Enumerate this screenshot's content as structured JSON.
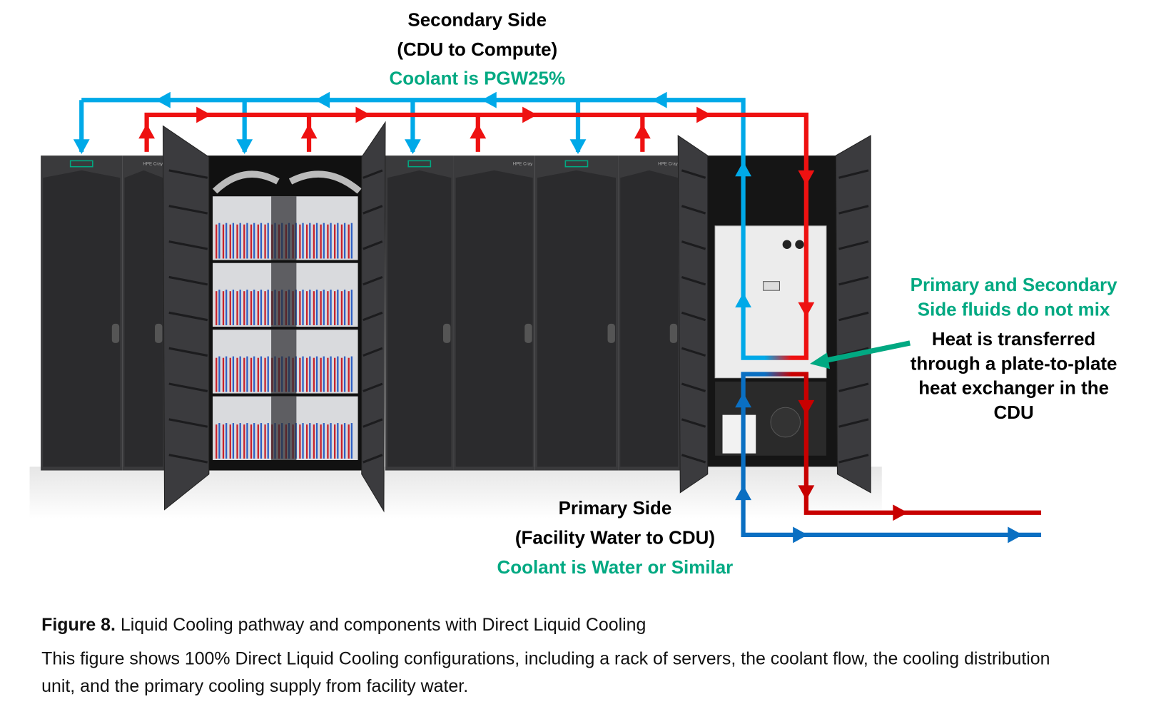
{
  "colors": {
    "secondary_supply": "#00a9e8",
    "secondary_return": "#ee1111",
    "primary_supply": "#0a6fc2",
    "primary_return": "#c80000",
    "accent_green": "#01a982",
    "rack": "#2b2b2d"
  },
  "secondary": {
    "title": "Secondary Side",
    "subtitle": "(CDU to Compute)",
    "coolant": "Coolant is PGW25%"
  },
  "exchanger": {
    "note_line1": "Primary and Secondary",
    "note_line2": "Side fluids do not mix",
    "desc_line1": "Heat is transferred",
    "desc_line2": "through a plate-to-plate",
    "desc_line3": "heat exchanger in the",
    "desc_line4": "CDU"
  },
  "primary": {
    "title": "Primary Side",
    "subtitle": "(Facility Water to CDU)",
    "coolant": "Coolant is Water or Similar"
  },
  "rack_labels": [
    "HPE Cray",
    "HPE Cray",
    "HPE Cray"
  ],
  "caption": {
    "figure_label": "Figure 8.",
    "figure_title": " Liquid Cooling pathway and components with Direct Liquid Cooling",
    "body_line1": "This figure shows 100% Direct Liquid Cooling configurations, including a rack of servers, the coolant flow, the cooling distribution",
    "body_line2": "unit, and the primary cooling supply from facility water."
  }
}
